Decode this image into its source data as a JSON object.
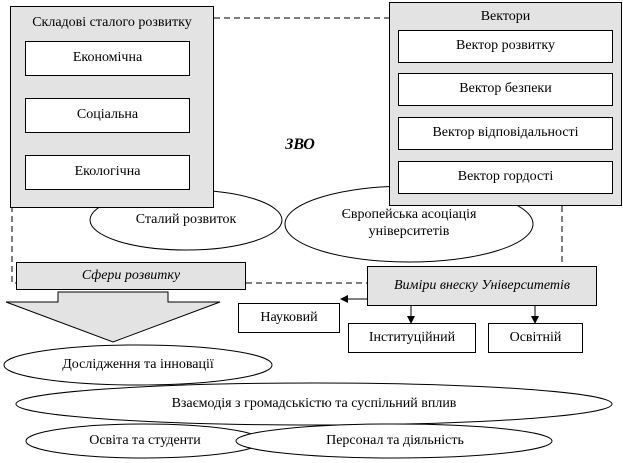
{
  "center": {
    "label": "ЗВО"
  },
  "components": {
    "title": "Складові сталого розвитку",
    "items": [
      "Економічна",
      "Соціальна",
      "Екологічна"
    ]
  },
  "vectors": {
    "title": "Вектори",
    "items": [
      "Вектор розвитку",
      "Вектор безпеки",
      "Вектор відповідальності",
      "Вектор гордості"
    ]
  },
  "ellipses": {
    "sustainable": "Сталий розвиток",
    "eua": "Європейська асоціація університетів"
  },
  "spheres": {
    "title": "Сфери розвитку",
    "items": [
      "Дослідження та інновації",
      "Взаємодія з громадськістю та суспільний вплив",
      "Освіта та студенти",
      "Персонал та діяльність"
    ]
  },
  "dimensions": {
    "title": "Виміри внеску Університетів",
    "items": [
      "Науковий",
      "Інституційний",
      "Освітній"
    ]
  }
}
